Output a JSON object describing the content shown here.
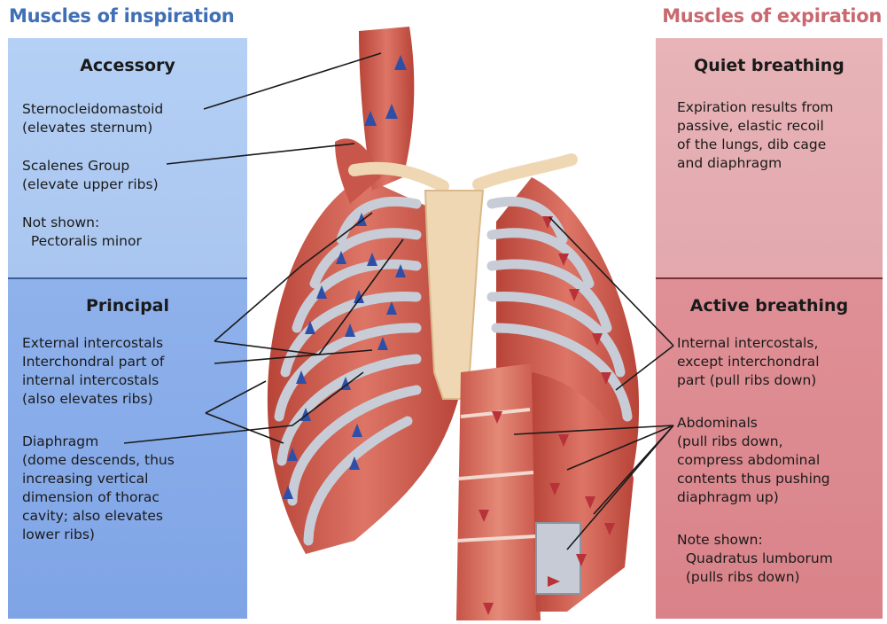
{
  "headings": {
    "inspiration": "Muscles of inspiration",
    "expiration": "Muscles of expiration"
  },
  "inspiration": {
    "accessory": {
      "title": "Accessory",
      "sternocleidomastoid": "Sternocleidomastoid\n(elevates sternum)",
      "scalenes": "Scalenes Group\n(elevate upper ribs)",
      "not_shown": "Not shown:\n  Pectoralis minor"
    },
    "principal": {
      "title": "Principal",
      "intercostals": "External intercostals\nInterchondral part of\ninternal intercostals\n(also elevates ribs)",
      "diaphragm": "Diaphragm\n(dome descends, thus\nincreasing vertical\ndimension of thorac\ncavity; also elevates\nlower ribs)"
    }
  },
  "expiration": {
    "quiet": {
      "title": "Quiet breathing",
      "text": "Expiration results from\npassive, elastic recoil\nof the lungs, dib cage\nand diaphragm"
    },
    "active": {
      "title": "Active breathing",
      "internal": "Internal intercostals,\nexcept interchondral\npart (pull ribs down)",
      "abdominals": "Abdominals\n(pull ribs down,\ncompress abdominal\ncontents thus pushing\ndiaphragm up)",
      "note": "Note shown:\n  Quadratus lumborum\n  (pulls ribs down)"
    }
  },
  "colors": {
    "inspiration_accent": "#3f6fb6",
    "expiration_accent": "#c9686f",
    "accessory_panel": "#aecbf2",
    "principal_panel": "#86aae8",
    "quiet_panel": "#e5aeb3",
    "active_panel": "#dc8a90",
    "muscle": "#cf5a4e",
    "rib": "#c7ccd6",
    "bone": "#efd7b4",
    "inspiration_arrow": "#2e4fa8",
    "expiration_arrow": "#b8323a"
  }
}
